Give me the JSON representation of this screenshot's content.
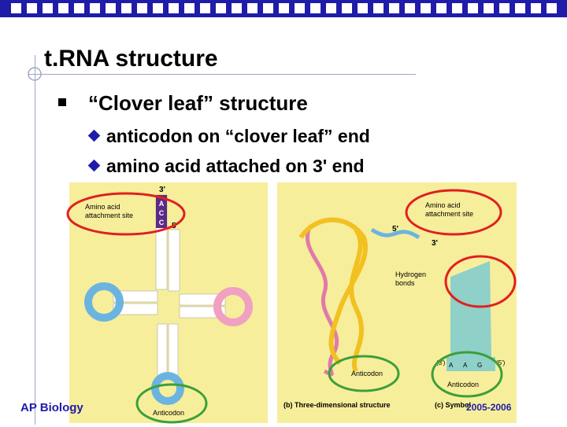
{
  "slide": {
    "title": "t.RNA structure",
    "bullet1": "“Clover leaf” structure",
    "sub_bullets": [
      "anticodon on “clover leaf” end",
      "amino acid attached on 3' end"
    ],
    "footer_left": "AP Biology",
    "footer_right": "2005-2006"
  },
  "figure_a": {
    "amino_label_1": "Amino acid",
    "amino_label_2": "attachment site",
    "three_prime": "3'",
    "five_prime": "5'",
    "top_stem": [
      "A",
      "C",
      "C"
    ],
    "anticodon_label": "Anticodon"
  },
  "figure_b": {
    "amino_label_1": "Amino acid",
    "amino_label_2": "attachment site",
    "five_prime": "5'",
    "three_prime": "3'",
    "hydrogen_1": "Hydrogen",
    "hydrogen_2": "bonds",
    "anticodon_label": "Anticodon",
    "caption_b": "(b) Three-dimensional structure",
    "caption_c": "(c) Symbol",
    "symbol_codon": [
      "A",
      "A",
      "G"
    ],
    "symbol_3": "(3')",
    "symbol_5": "(5')",
    "symbol_anticodon": "Anticodon"
  }
}
